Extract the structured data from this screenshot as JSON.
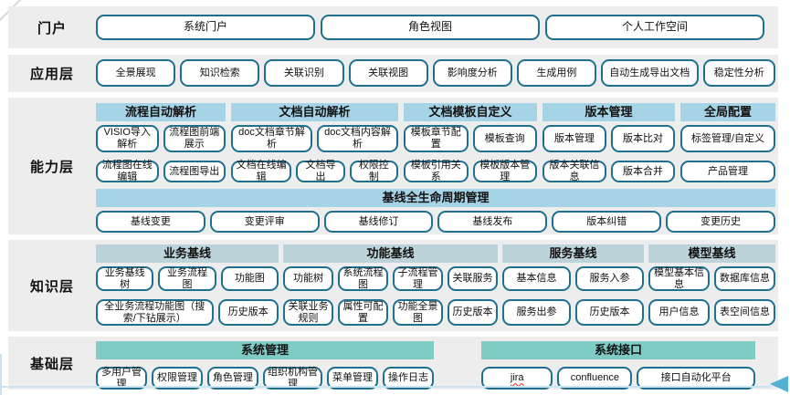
{
  "colors": {
    "band_bg": "#EDEDED",
    "header_blue": "#A6D4E7",
    "header_grayblue": "#BDD3DA",
    "header_teal": "#7FCCC5",
    "pill_border": "#1F6F8F",
    "accent_arrow": "#53B1D2",
    "accent_line": "#C9E5F2"
  },
  "portal": {
    "label": "门户",
    "buttons": [
      "系统门户",
      "角色视图",
      "个人工作空间"
    ]
  },
  "application": {
    "label": "应用层",
    "buttons": [
      "全景展现",
      "知识检索",
      "关联识别",
      "关联视图",
      "影响度分析",
      "生成用例",
      "自动生成导出文档",
      "稳定性分析"
    ]
  },
  "capability": {
    "label": "能力层",
    "groups": [
      {
        "title": "流程自动解析",
        "row1": [
          "VISIO导入解析",
          "流程图前端展示"
        ],
        "row2": [
          "流程图在线编辑",
          "流程图导出"
        ]
      },
      {
        "title": "文档自动解析",
        "row1": [
          "doc文档章节解析",
          "doc文档内容解析"
        ],
        "row2": [
          "文档在线编辑",
          "文档导出",
          "权限控制"
        ]
      },
      {
        "title": "文档模板自定义",
        "row1": [
          "模板章节配置",
          "模板查询"
        ],
        "row2": [
          "模板引用关系",
          "模板版本管理"
        ]
      },
      {
        "title": "版本管理",
        "row1": [
          "版本管理",
          "版本比对"
        ],
        "row2": [
          "版本关联信息",
          "版本合并"
        ]
      },
      {
        "title": "全局配置",
        "row1": [
          "标签管理/自定义"
        ],
        "row2": [
          "产品管理"
        ]
      }
    ],
    "baseline": {
      "title": "基线全生命周期管理",
      "buttons": [
        "基线变更",
        "变更评审",
        "基线修订",
        "基线发布",
        "版本纠错",
        "变更历史"
      ]
    }
  },
  "knowledge": {
    "label": "知识层",
    "groups": [
      {
        "title": "业务基线",
        "row1": [
          "业务基线树",
          "业务流程图",
          "功能图"
        ],
        "row2": [
          "全业务流程功能图（搜索/下钻展示）",
          "历史版本"
        ]
      },
      {
        "title": "功能基线",
        "row1": [
          "功能树",
          "系统流程图",
          "子流程管理",
          "关联服务"
        ],
        "row2": [
          "关联业务规则",
          "属性可配置",
          "功能全景图",
          "历史版本"
        ]
      },
      {
        "title": "服务基线",
        "row1": [
          "基本信息",
          "服务入参"
        ],
        "row2": [
          "服务出参",
          "历史版本"
        ]
      },
      {
        "title": "模型基线",
        "row1": [
          "模型基本信息",
          "数据库信息"
        ],
        "row2": [
          "用户信息",
          "表空间信息"
        ]
      }
    ]
  },
  "foundation": {
    "label": "基础层",
    "groups": [
      {
        "title": "系统管理",
        "buttons": [
          "多用户管理",
          "权限管理",
          "角色管理",
          "组织机构管理",
          "菜单管理",
          "操作日志"
        ]
      },
      {
        "title": "系统接口",
        "buttons": [
          "jira",
          "confluence",
          "接口自动化平台"
        ]
      }
    ]
  }
}
